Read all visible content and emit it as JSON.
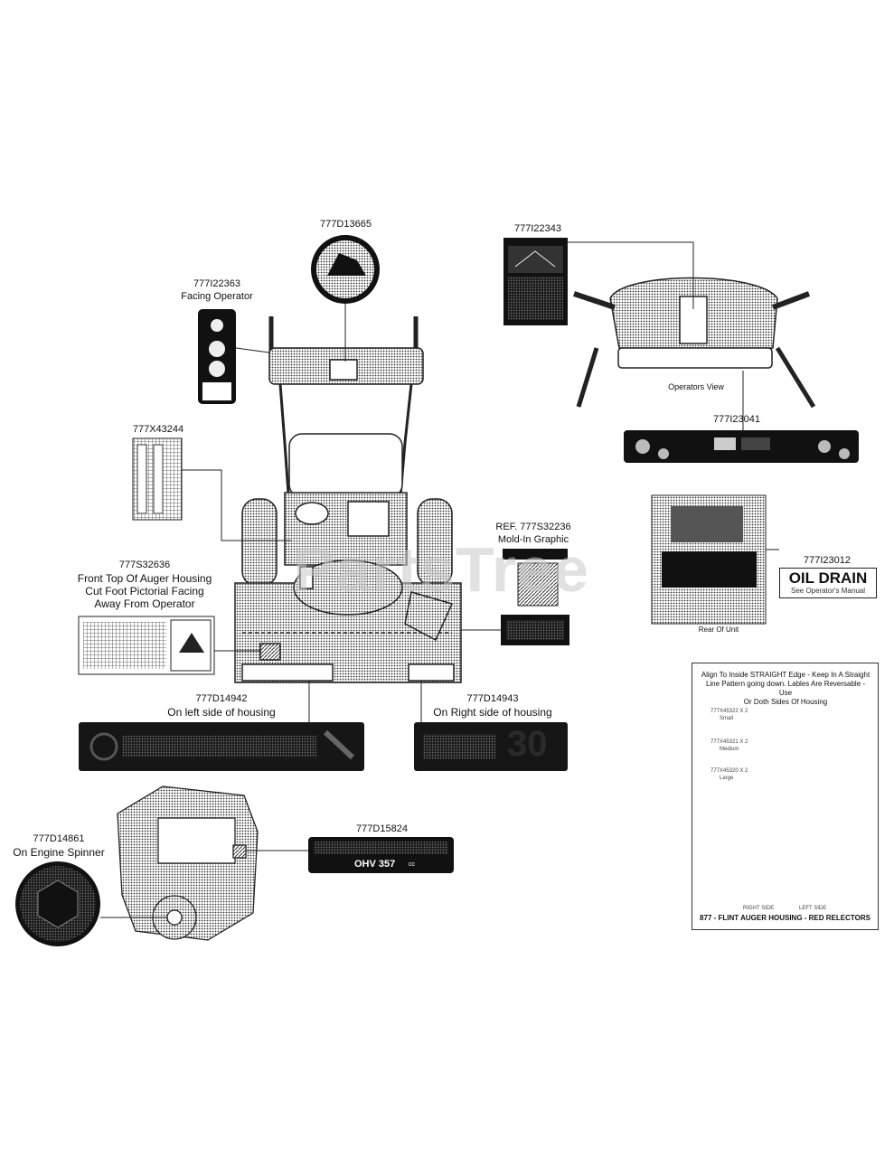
{
  "watermark": "PartsTree",
  "callouts": {
    "d13665": "777D13665",
    "i22343": "777I22343",
    "i22363": "777I22363",
    "i22363_note": "Facing Operator",
    "x43244": "777X43244",
    "operators_view": "Operators View",
    "i23041": "777I23041",
    "s32236": "REF. 777S32236",
    "s32236_note": "Mold-In Graphic",
    "s32636": "777S32636",
    "s32636_note1": "Front Top Of Auger Housing",
    "s32636_note2": "Cut Foot Pictorial Facing",
    "s32636_note3": "Away From Operator",
    "i23012": "777I23012",
    "rear_of_unit": "Rear Of Unit",
    "d14942": "777D14942",
    "d14942_note": "On left side of housing",
    "d14943": "777D14943",
    "d14943_note": "On Right side of housing",
    "d14861": "777D14861",
    "d14861_note": "On Engine Spinner",
    "d15824": "777D15824"
  },
  "oil_drain": {
    "title": "OIL DRAIN",
    "subtitle": "See Operator's Manual"
  },
  "engine_decal": {
    "model": "OHV 357",
    "unit": "cc"
  },
  "housing_decal": {
    "number": "30"
  },
  "reflector": {
    "note_line1": "Align To Inside STRAIGHT Edge - Keep In A Straight",
    "note_line2": "Line Pattern going down. Lables Are Reversable - Use",
    "note_line3": "Or Doth Sides Of Housing",
    "small_label": "777X45322 X 2",
    "small_size": "Small",
    "medium_label": "777X45321 X 2",
    "medium_size": "Medium",
    "large_label": "777X45320 X 2",
    "large_size": "Large",
    "right_side": "RIGHT SIDE",
    "left_side": "LEFT SIDE",
    "footer": "877 - FLINT AUGER HOUSING - RED RELECTORS"
  },
  "colors": {
    "line": "#222222",
    "dark_fill": "#2b2b2b",
    "halftone": "#9a9a9a",
    "watermark": "#c9c9c9"
  }
}
